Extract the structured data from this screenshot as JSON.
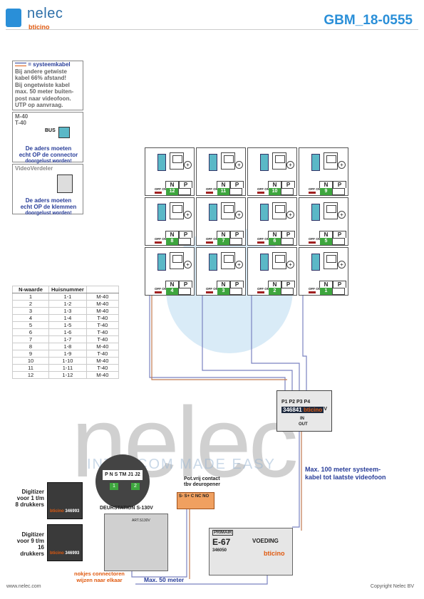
{
  "header": {
    "brand": "nelec",
    "brand_sub": "bticino",
    "doc_code": "GBM_18-0555"
  },
  "watermark": {
    "text": "nelec",
    "tagline": "INTERCOM MADE EASY"
  },
  "notes": {
    "cable_legend": "= systeemkabel",
    "lines": [
      "Bij andere getwiste",
      "kabel 66% afstand!",
      "Bij ongetwiste kabel",
      "max. 50 meter buiten-",
      "post naar videofoon.",
      "UTP op aanvraag."
    ]
  },
  "m40_box": {
    "title1": "M-40",
    "title2": "T-40",
    "bus": "BUS",
    "warn1": "De aders moeten",
    "warn2": "echt OP de connector",
    "warn3": "doorgelust worden!"
  },
  "vv_box": {
    "title": "VideoVerdeler",
    "warn1": "De aders moeten",
    "warn2": "echt OP de klemmen",
    "warn3": "doorgelust worden!"
  },
  "table": {
    "headers": [
      "N-waarde",
      "Huisnummer",
      ""
    ],
    "rows": [
      [
        "1",
        "1-1",
        "M-40"
      ],
      [
        "2",
        "1-2",
        "M-40"
      ],
      [
        "3",
        "1-3",
        "M-40"
      ],
      [
        "4",
        "1-4",
        "T-40"
      ],
      [
        "5",
        "1-5",
        "T-40"
      ],
      [
        "6",
        "1-6",
        "T-40"
      ],
      [
        "7",
        "1-7",
        "T-40"
      ],
      [
        "8",
        "1-8",
        "M-40"
      ],
      [
        "9",
        "1-9",
        "T-40"
      ],
      [
        "10",
        "1-10",
        "M-40"
      ],
      [
        "11",
        "1-11",
        "T-40"
      ],
      [
        "12",
        "1-12",
        "M-40"
      ]
    ]
  },
  "grid": {
    "n_label": "N",
    "p_label": "P",
    "offon": "OFF ON",
    "numbers": [
      "12",
      "11",
      "10",
      "9",
      "8",
      "7",
      "6",
      "5",
      "4",
      "3",
      "2",
      "1"
    ]
  },
  "distributor": {
    "ports": "P1 P2 P3 P4",
    "vv": "V V",
    "code": "346841",
    "brand": "bticino",
    "in": "IN",
    "out": "OUT"
  },
  "max100": {
    "line1": "Max. 100 meter systeem-",
    "line2": "kabel tot laatste videofoon"
  },
  "digitizer1": {
    "label": "Digitizer voor 1 t/m 8 drukkers",
    "code": "346993"
  },
  "digitizer2": {
    "label": "Digitizer voor 9 t/m 16 drukkers",
    "code": "346993"
  },
  "dip": {
    "labels": "P N S TM J1 J2",
    "num1": "1",
    "num2": "2"
  },
  "doorstation": {
    "label": "DEURSTATION S-130V",
    "art": "ART.S130V"
  },
  "pot": {
    "line1": "Pot.vrij contact",
    "line2": "tbv deuropener",
    "terminals": "S- S+ C NC NO"
  },
  "voeding": {
    "primair": "PRIMAIR",
    "model": "E-67",
    "title": "VOEDING",
    "code": "346050",
    "brand": "bticino"
  },
  "max50": "Max. 50 meter",
  "nokjes": {
    "line1": "nokjes connectoren",
    "line2": "wijzen naar elkaar"
  },
  "footer": {
    "left": "www.nelec.com",
    "right": "Copyright Nelec BV"
  }
}
